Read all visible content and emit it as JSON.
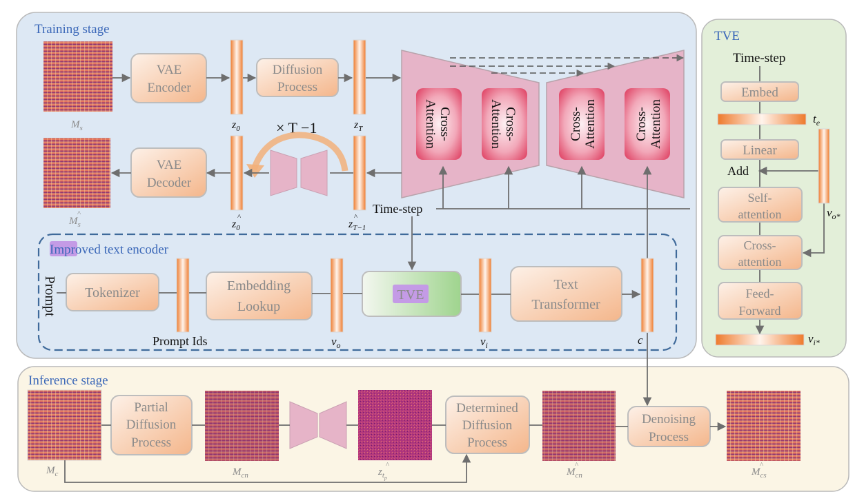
{
  "sections": {
    "training": "Training stage",
    "inference": "Inference stage",
    "tve": "TVE",
    "encoder": "Improved text encoder"
  },
  "training": {
    "vae_encoder": [
      "VAE",
      "Encoder"
    ],
    "diffusion_process": [
      "Diffusion",
      "Process"
    ],
    "vae_decoder": [
      "VAE",
      "Decoder"
    ],
    "times": "× T −1",
    "timestep": "Time-step",
    "cross_attention": [
      "Cross-",
      "Attention"
    ],
    "labels": {
      "ms": "M",
      "ms_sub": "s",
      "ms_hat": "M",
      "z0": "z",
      "z0_sub": "0",
      "zT": "z",
      "zT_sub": "T",
      "z0hat": "z",
      "zT1": "z",
      "zT1_sub": "T−1",
      "hat": "^"
    }
  },
  "encoder": {
    "prompt": "Prompt",
    "tokenizer": "Tokenizer",
    "embedding_lookup": [
      "Embedding",
      "Lookup"
    ],
    "tve": "TVE",
    "text_transformer": [
      "Text",
      "Transformer"
    ],
    "prompt_ids": "Prompt Ids",
    "vo": "v",
    "vo_sub": "o",
    "vi": "v",
    "vi_sub": "i",
    "c": "c"
  },
  "tve": {
    "timestep": "Time-step",
    "embed": "Embed",
    "te": "t",
    "te_sub": "e",
    "linear": "Linear",
    "add": "Add",
    "self_attention": [
      "Self-",
      "attention"
    ],
    "cross_attention": [
      "Cross-",
      "attention"
    ],
    "feed_forward": [
      "Feed-",
      "Forward"
    ],
    "vo_star": "v",
    "vo_star_sub": "o*",
    "vi_star": "v",
    "vi_star_sub": "i*"
  },
  "inference": {
    "partial_diffusion": [
      "Partial",
      "Diffusion",
      "Process"
    ],
    "determined_diffusion": [
      "Determined",
      "Diffusion",
      "Process"
    ],
    "denoising": [
      "Denoising",
      "Process"
    ],
    "mc": "M",
    "mc_sub": "c",
    "mcn": "M",
    "mcn_sub": "cn",
    "ztp": "z",
    "ztp_sub": "t",
    "ztp_subsub": "p",
    "mcn_hat": "M",
    "mcs_hat": "M",
    "mcs_sub": "cs"
  },
  "colors": {
    "training_bg": "#dde8f4",
    "tve_bg": "#e3efd9",
    "inference_bg": "#fbf5e5",
    "box_orange": "#f4bd96",
    "pink": "#e6b4c8",
    "attn_red": "#e45f7a",
    "arrow": "#6e6e6e",
    "dash_blue": "#3f6a9a"
  }
}
